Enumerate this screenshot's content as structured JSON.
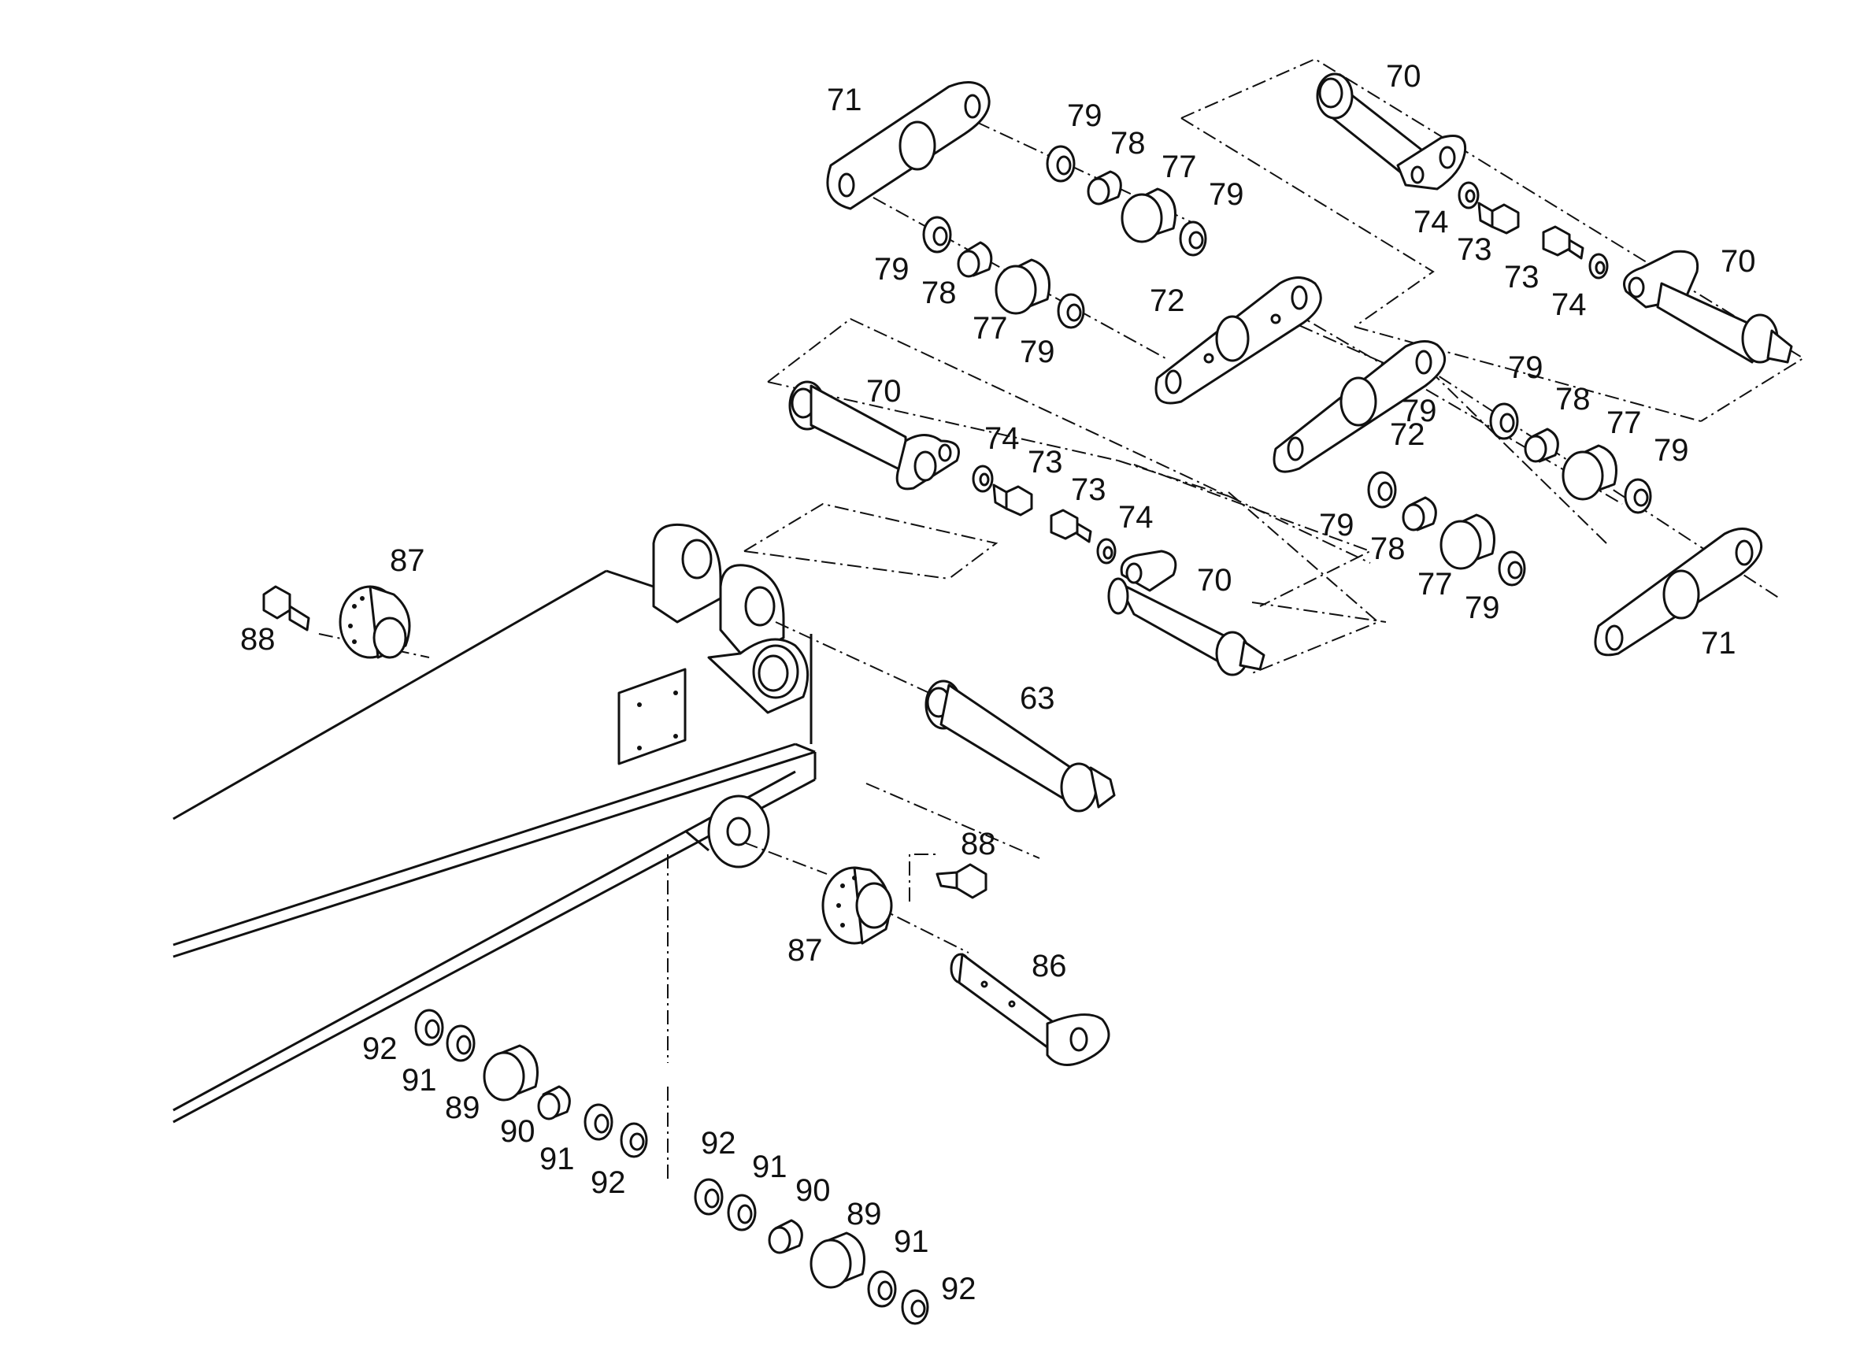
{
  "diagram": {
    "callouts": [
      {
        "id": "c71a",
        "text": "71"
      },
      {
        "id": "c79a",
        "text": "79"
      },
      {
        "id": "c78a",
        "text": "78"
      },
      {
        "id": "c77a",
        "text": "77"
      },
      {
        "id": "c79b",
        "text": "79"
      },
      {
        "id": "c79c",
        "text": "79"
      },
      {
        "id": "c78b",
        "text": "78"
      },
      {
        "id": "c77b",
        "text": "77"
      },
      {
        "id": "c79d",
        "text": "79"
      },
      {
        "id": "c72a",
        "text": "72"
      },
      {
        "id": "c70a",
        "text": "70"
      },
      {
        "id": "c74a",
        "text": "74"
      },
      {
        "id": "c73a",
        "text": "73"
      },
      {
        "id": "c73b",
        "text": "73"
      },
      {
        "id": "c74b",
        "text": "74"
      },
      {
        "id": "c70b",
        "text": "70"
      },
      {
        "id": "c79e",
        "text": "79"
      },
      {
        "id": "c70c",
        "text": "70"
      },
      {
        "id": "c74c",
        "text": "74"
      },
      {
        "id": "c73c",
        "text": "73"
      },
      {
        "id": "c73d",
        "text": "73"
      },
      {
        "id": "c74d",
        "text": "74"
      },
      {
        "id": "c70d",
        "text": "70"
      },
      {
        "id": "c72b",
        "text": "72"
      },
      {
        "id": "c79f",
        "text": "79"
      },
      {
        "id": "c78c",
        "text": "78"
      },
      {
        "id": "c77c",
        "text": "77"
      },
      {
        "id": "c79g",
        "text": "79"
      },
      {
        "id": "c79h",
        "text": "79"
      },
      {
        "id": "c78d",
        "text": "78"
      },
      {
        "id": "c77d",
        "text": "77"
      },
      {
        "id": "c79i",
        "text": "79"
      },
      {
        "id": "c71b",
        "text": "71"
      },
      {
        "id": "c87a",
        "text": "87"
      },
      {
        "id": "c88a",
        "text": "88"
      },
      {
        "id": "c63",
        "text": "63"
      },
      {
        "id": "c88b",
        "text": "88"
      },
      {
        "id": "c87b",
        "text": "87"
      },
      {
        "id": "c86",
        "text": "86"
      },
      {
        "id": "c92a",
        "text": "92"
      },
      {
        "id": "c91a",
        "text": "91"
      },
      {
        "id": "c89a",
        "text": "89"
      },
      {
        "id": "c90a",
        "text": "90"
      },
      {
        "id": "c91b",
        "text": "91"
      },
      {
        "id": "c92b",
        "text": "92"
      },
      {
        "id": "c92c",
        "text": "92"
      },
      {
        "id": "c91c",
        "text": "91"
      },
      {
        "id": "c90b",
        "text": "90"
      },
      {
        "id": "c89b",
        "text": "89"
      },
      {
        "id": "c91d",
        "text": "91"
      },
      {
        "id": "c92d",
        "text": "92"
      }
    ]
  }
}
